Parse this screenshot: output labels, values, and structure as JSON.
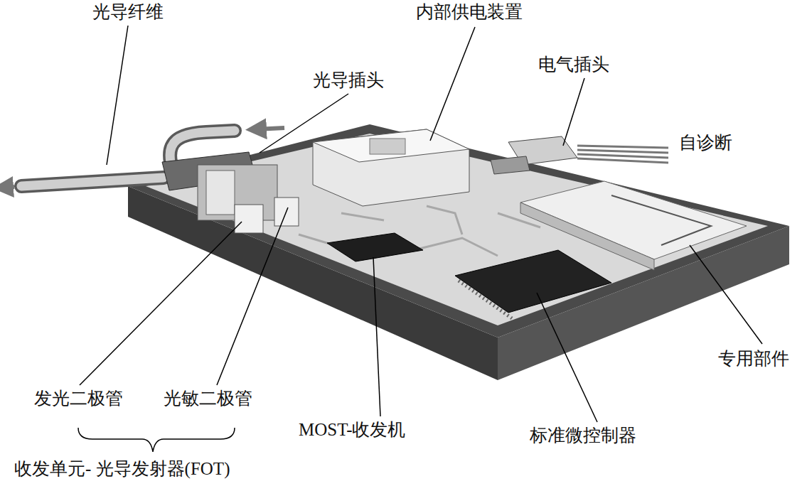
{
  "diagram": {
    "labels": [
      "光导纤维",
      "内部供电装置",
      "光导插头",
      "电气插头",
      "自诊断",
      "专用部件",
      "发光二极管",
      "光敏二极管",
      "MOST-收发机",
      "标准微控制器",
      "收发单元- 光导发射器(FOT)"
    ]
  }
}
